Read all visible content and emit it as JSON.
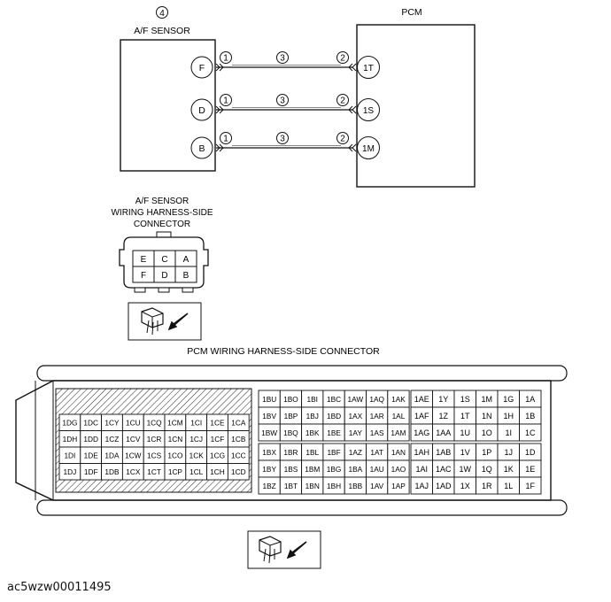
{
  "sensor": {
    "number": "4",
    "title": "A/F SENSOR",
    "pins": [
      "F",
      "D",
      "B"
    ]
  },
  "pcm": {
    "title": "PCM",
    "pins": [
      "1T",
      "1S",
      "1M"
    ]
  },
  "wire_markers": {
    "left": "1",
    "middle": "3",
    "right": "2"
  },
  "sensor_connector": {
    "caption_lines": [
      "A/F SENSOR",
      "WIRING HARNESS-SIDE",
      "CONNECTOR"
    ],
    "rows": [
      [
        "E",
        "C",
        "A"
      ],
      [
        "F",
        "D",
        "B"
      ]
    ]
  },
  "pcm_connector": {
    "caption": "PCM WIRING HARNESS-SIDE CONNECTOR",
    "left_block": [
      [
        "1DG",
        "1DC",
        "1CY",
        "1CU",
        "1CQ",
        "1CM",
        "1CI",
        "1CE",
        "1CA"
      ],
      [
        "1DH",
        "1DD",
        "1CZ",
        "1CV",
        "1CR",
        "1CN",
        "1CJ",
        "1CF",
        "1CB"
      ],
      [
        "1DI",
        "1DE",
        "1DA",
        "1CW",
        "1CS",
        "1CO",
        "1CK",
        "1CG",
        "1CC"
      ],
      [
        "1DJ",
        "1DF",
        "1DB",
        "1CX",
        "1CT",
        "1CP",
        "1CL",
        "1CH",
        "1CD"
      ]
    ],
    "mid_top": [
      [
        "1BU",
        "1BO",
        "1BI",
        "1BC",
        "1AW",
        "1AQ",
        "1AK"
      ],
      [
        "1BV",
        "1BP",
        "1BJ",
        "1BD",
        "1AX",
        "1AR",
        "1AL"
      ],
      [
        "1BW",
        "1BQ",
        "1BK",
        "1BE",
        "1AY",
        "1AS",
        "1AM"
      ]
    ],
    "mid_bottom": [
      [
        "1BX",
        "1BR",
        "1BL",
        "1BF",
        "1AZ",
        "1AT",
        "1AN"
      ],
      [
        "1BY",
        "1BS",
        "1BM",
        "1BG",
        "1BA",
        "1AU",
        "1AO"
      ],
      [
        "1BZ",
        "1BT",
        "1BN",
        "1BH",
        "1BB",
        "1AV",
        "1AP"
      ]
    ],
    "right_top": [
      [
        "1AE",
        "1Y",
        "1S",
        "1M",
        "1G",
        "1A"
      ],
      [
        "1AF",
        "1Z",
        "1T",
        "1N",
        "1H",
        "1B"
      ],
      [
        "1AG",
        "1AA",
        "1U",
        "1O",
        "1I",
        "1C"
      ]
    ],
    "right_bottom": [
      [
        "1AH",
        "1AB",
        "1V",
        "1P",
        "1J",
        "1D"
      ],
      [
        "1AI",
        "1AC",
        "1W",
        "1Q",
        "1K",
        "1E"
      ],
      [
        "1AJ",
        "1AD",
        "1X",
        "1R",
        "1L",
        "1F"
      ]
    ]
  },
  "footer_id": "ac5wzw00011495"
}
